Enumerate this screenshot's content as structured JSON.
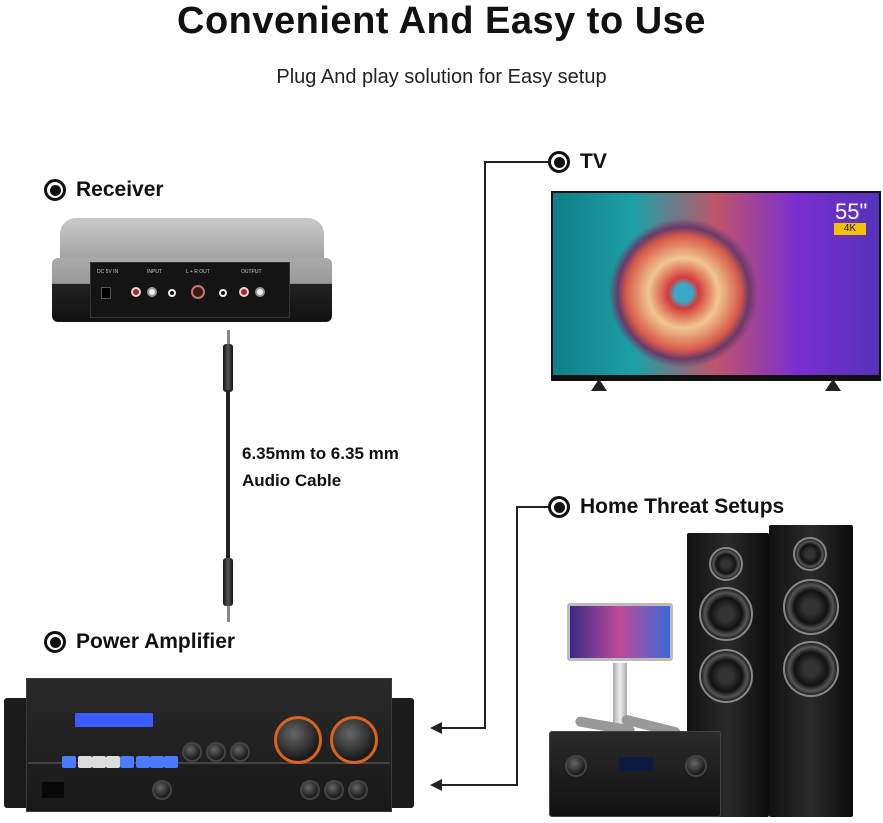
{
  "title": "Convenient And Easy to Use",
  "subtitle": "Plug And play solution for Easy setup",
  "labels": {
    "receiver": "Receiver",
    "power_amplifier": "Power Amplifier",
    "tv": "TV",
    "home_theater": "Home Threat Setups"
  },
  "cable": {
    "line1": "6.35mm to 6.35 mm",
    "line2": "Audio Cable"
  },
  "receiver_panel": {
    "dc": "DC 5V IN",
    "input": "INPUT",
    "lr_out": "L + R OUT",
    "output": "OUTPUT"
  },
  "tv_badge": {
    "size": "55\"",
    "resolution": "4K"
  },
  "colors": {
    "text": "#111111",
    "badge": "#f2c200",
    "amp_display": "#3b5bff",
    "knob_ring": "#d9631e"
  }
}
